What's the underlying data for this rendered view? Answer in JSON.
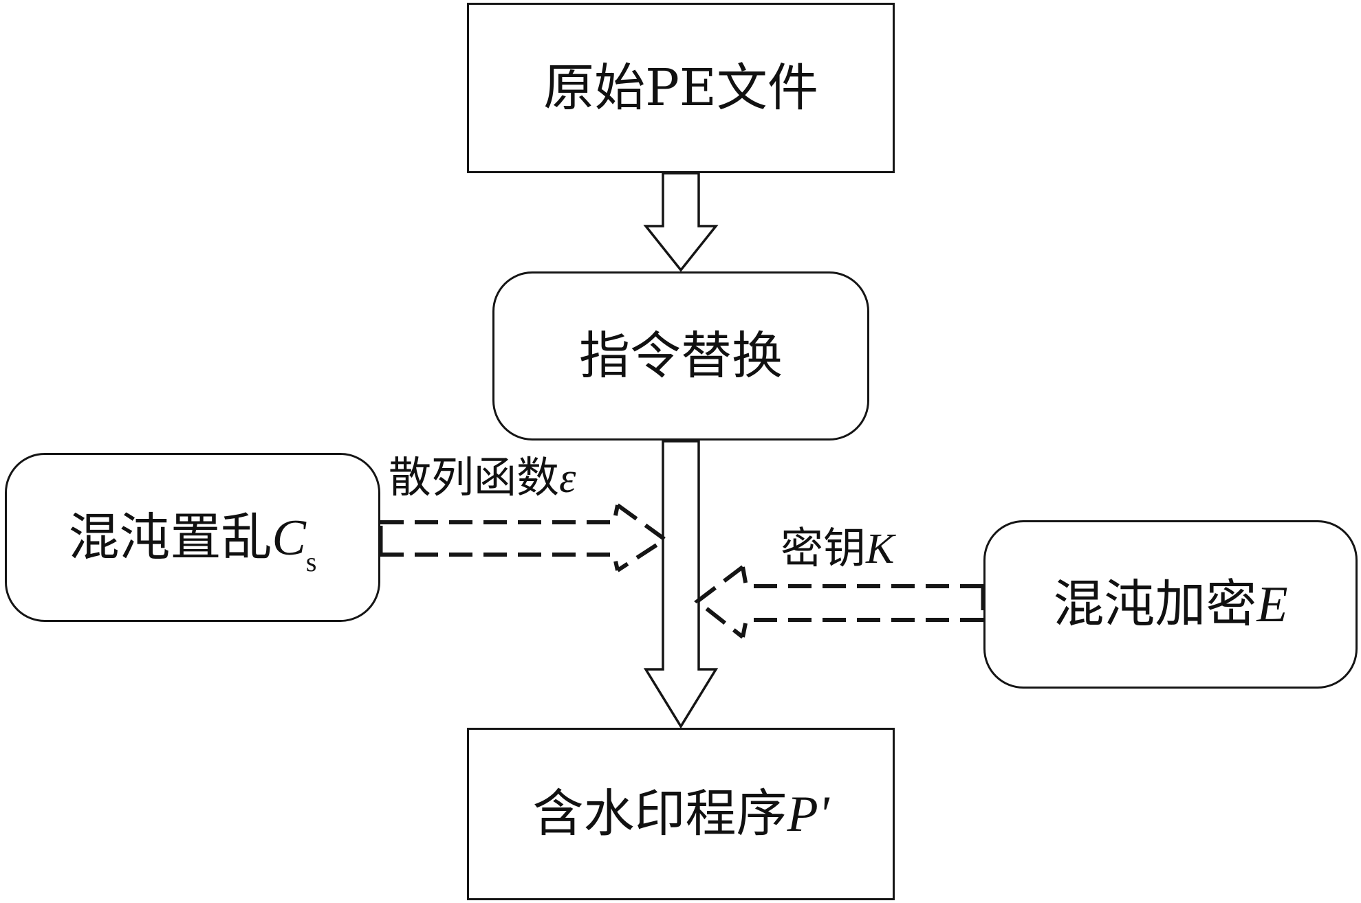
{
  "nodes": {
    "original_pe": {
      "text": "原始PE文件"
    },
    "instr_replace": {
      "text": "指令替换"
    },
    "chaos_scramble": {
      "text": "混沌置乱",
      "symbol": "C",
      "subscript": "s"
    },
    "chaos_encrypt": {
      "text": "混沌加密",
      "symbol": "E"
    },
    "watermarked": {
      "text": "含水印程序",
      "symbol": "P'"
    }
  },
  "edges": {
    "hash_label": {
      "text": "散列函数",
      "symbol": "ε"
    },
    "key_label": {
      "text": "密钥",
      "symbol": "K"
    }
  },
  "colors": {
    "stroke": "#151515",
    "background": "#ffffff"
  }
}
